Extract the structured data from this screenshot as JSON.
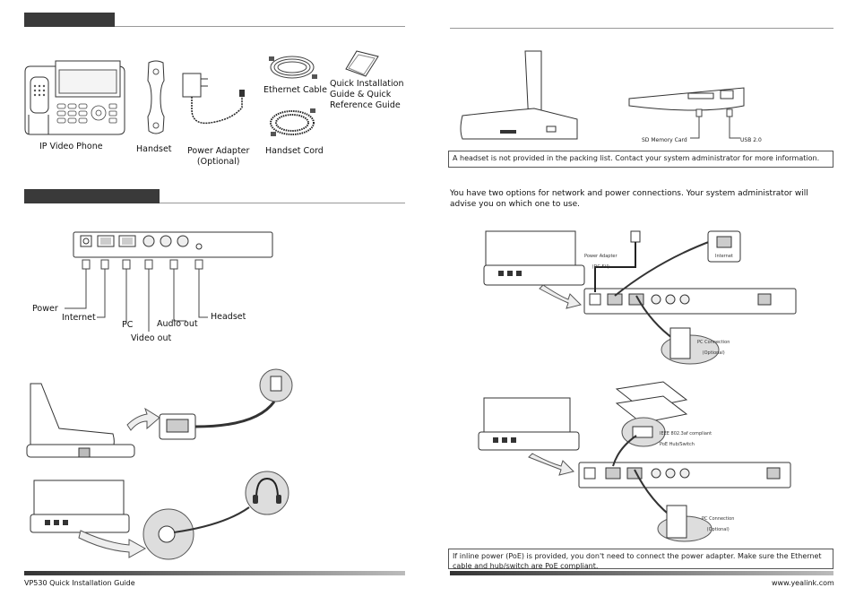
{
  "left_page": {
    "packing_items": [
      {
        "label": "IP Video Phone"
      },
      {
        "label": "Handset"
      },
      {
        "label": "Power Adapter\n(Optional)"
      },
      {
        "label": "Ethernet Cable"
      },
      {
        "label": "Handset Cord"
      },
      {
        "label": "Quick Installation\nGuide & Quick\nReference Guide"
      }
    ],
    "ports": {
      "power": "Power",
      "internet": "Internet",
      "pc": "PC",
      "video_out": "Video out",
      "audio_out": "Audio out",
      "headset": "Headset"
    },
    "footer": "VP530 Quick Installation Guide"
  },
  "right_page": {
    "sd_label": "SD Memory Card",
    "usb_label": "USB 2.0",
    "headset_note": "A headset is not provided in the packing list. Contact your system administrator for more information.",
    "options_text": "You have two options for network and power connections. Your system administrator will advise you on which one to use.",
    "diagram1": {
      "adapter": "Power Adapter\n(DC 5V)",
      "internet": "Internet",
      "pc_conn": "PC Connection\n(Optional)"
    },
    "diagram2": {
      "switch": "IEEE 802.3af compliant\nPoE Hub/Switch",
      "pc_conn": "PC Connection\n(Optional)"
    },
    "poe_note": "If inline power (PoE) is provided, you don't need to connect the power adapter.  Make sure the Ethernet cable and hub/switch are PoE compliant.",
    "footer": "www.yealink.com"
  }
}
